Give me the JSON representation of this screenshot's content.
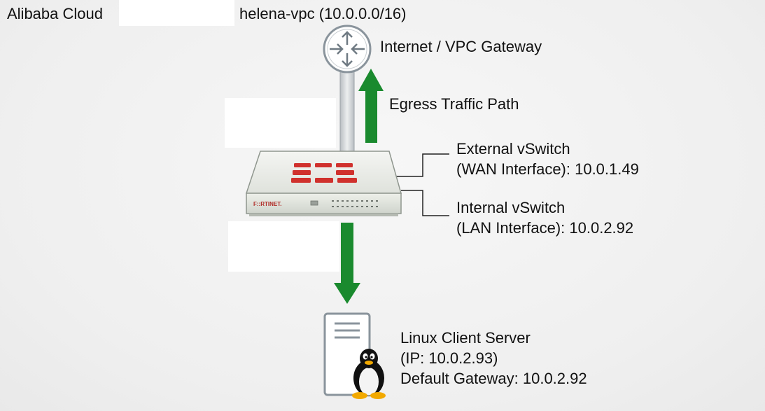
{
  "header": {
    "provider": "Alibaba Cloud",
    "vpc": "helena-vpc (10.0.0.0/16)"
  },
  "gateway": {
    "label": "Internet / VPC Gateway"
  },
  "egress": {
    "label": "Egress Traffic Path"
  },
  "firewall": {
    "brand": "F::RTINET."
  },
  "external_vswitch": {
    "line1": "External vSwitch",
    "line2": "(WAN Interface): 10.0.1.49"
  },
  "internal_vswitch": {
    "line1": "Internal vSwitch",
    "line2": "(LAN Interface): 10.0.2.92"
  },
  "client": {
    "line1": "Linux Client Server",
    "line2": "(IP: 10.0.2.93)",
    "line3": "Default Gateway: 10.0.2.92"
  },
  "colors": {
    "arrow_green": "#1a8a2e",
    "fortinet_red": "#d0312d",
    "device_body": "#e9ece6",
    "icon_stroke": "#8a949c"
  },
  "icons": [
    "router-icon",
    "fortinet-logo-icon",
    "server-icon",
    "tux-penguin-icon"
  ]
}
